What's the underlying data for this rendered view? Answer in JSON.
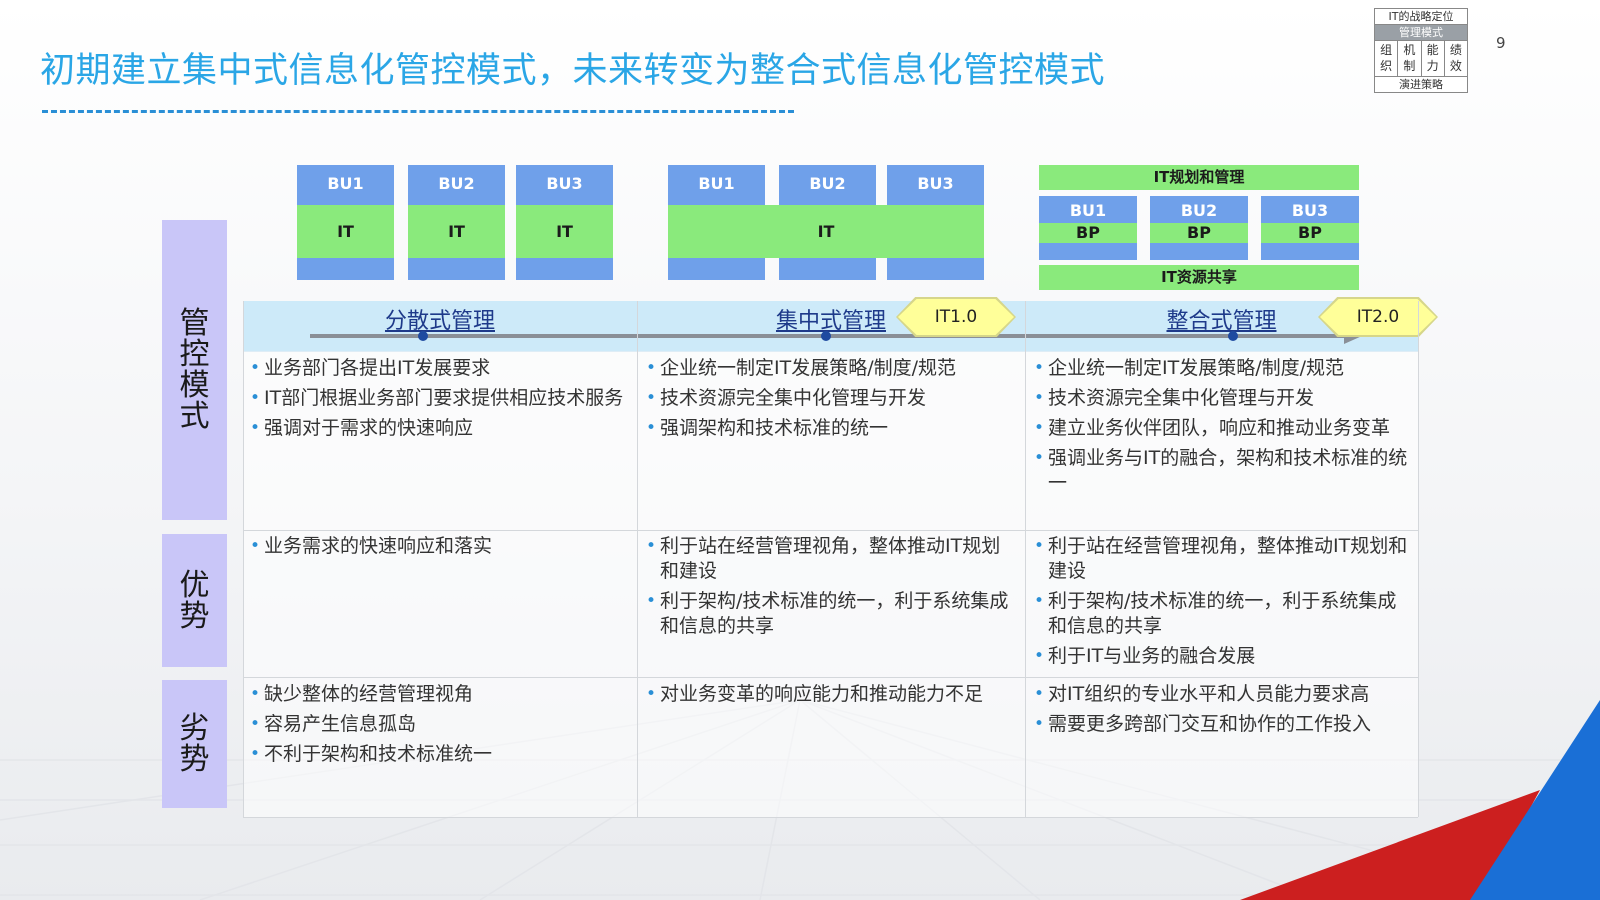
{
  "header": {
    "title": "初期建立集中式信息化管控模式，未来转变为整合式信息化管控模式",
    "page_number": "9"
  },
  "mini_nav": {
    "head": "IT的战略定位",
    "selected": "管理模式",
    "cols": [
      "组织",
      "机制",
      "能力",
      "绩效"
    ],
    "foot": "演进策略"
  },
  "diagram": {
    "distributed": {
      "bus": [
        "BU1",
        "BU2",
        "BU3"
      ],
      "it": [
        "IT",
        "IT",
        "IT"
      ]
    },
    "centralized": {
      "bus": [
        "BU1",
        "BU2",
        "BU3"
      ],
      "it": "IT"
    },
    "integrated": {
      "top": "IT规划和管理",
      "bus": [
        "BU1",
        "BU2",
        "BU3"
      ],
      "bp": [
        "BP",
        "BP",
        "BP"
      ],
      "bottom": "IT资源共享"
    }
  },
  "table": {
    "columns": [
      "分散式管理",
      "集中式管理",
      "整合式管理"
    ],
    "badges": [
      "IT1.0",
      "IT2.0"
    ],
    "rows": [
      {
        "label": "管控模式",
        "cells": [
          [
            "业务部门各提出IT发展要求",
            "IT部门根据业务部门要求提供相应技术服务",
            "强调对于需求的快速响应"
          ],
          [
            "企业统一制定IT发展策略/制度/规范",
            "技术资源完全集中化管理与开发",
            "强调架构和技术标准的统一"
          ],
          [
            "企业统一制定IT发展策略/制度/规范",
            "技术资源完全集中化管理与开发",
            "建立业务伙伴团队，响应和推动业务变革",
            "强调业务与IT的融合，架构和技术标准的统一"
          ]
        ]
      },
      {
        "label": "优势",
        "cells": [
          [
            "业务需求的快速响应和落实"
          ],
          [
            "利于站在经营管理视角，整体推动IT规划和建设",
            "利于架构/技术标准的统一，利于系统集成和信息的共享"
          ],
          [
            "利于站在经营管理视角，整体推动IT规划和建设",
            "利于架构/技术标准的统一，利于系统集成和信息的共享",
            "利于IT与业务的融合发展"
          ]
        ]
      },
      {
        "label": "劣势",
        "cells": [
          [
            "缺少整体的经营管理视角",
            "容易产生信息孤岛",
            "不利于架构和技术标准统一"
          ],
          [
            "对业务变革的响应能力和推动能力不足"
          ],
          [
            "对IT组织的专业水平和人员能力要求高",
            "需要更多跨部门交互和协作的工作投入"
          ]
        ]
      }
    ]
  },
  "colors": {
    "title": "#2aa6e6",
    "bu_blue": "#6fa0ea",
    "it_green": "#8aea7c",
    "row_label_lilac": "#c9c6f8",
    "header_band": "#cdeaf9",
    "badge_yellow": "#ffff99",
    "accent_red": "#cc1f1f",
    "accent_blue": "#1a6fd6"
  }
}
